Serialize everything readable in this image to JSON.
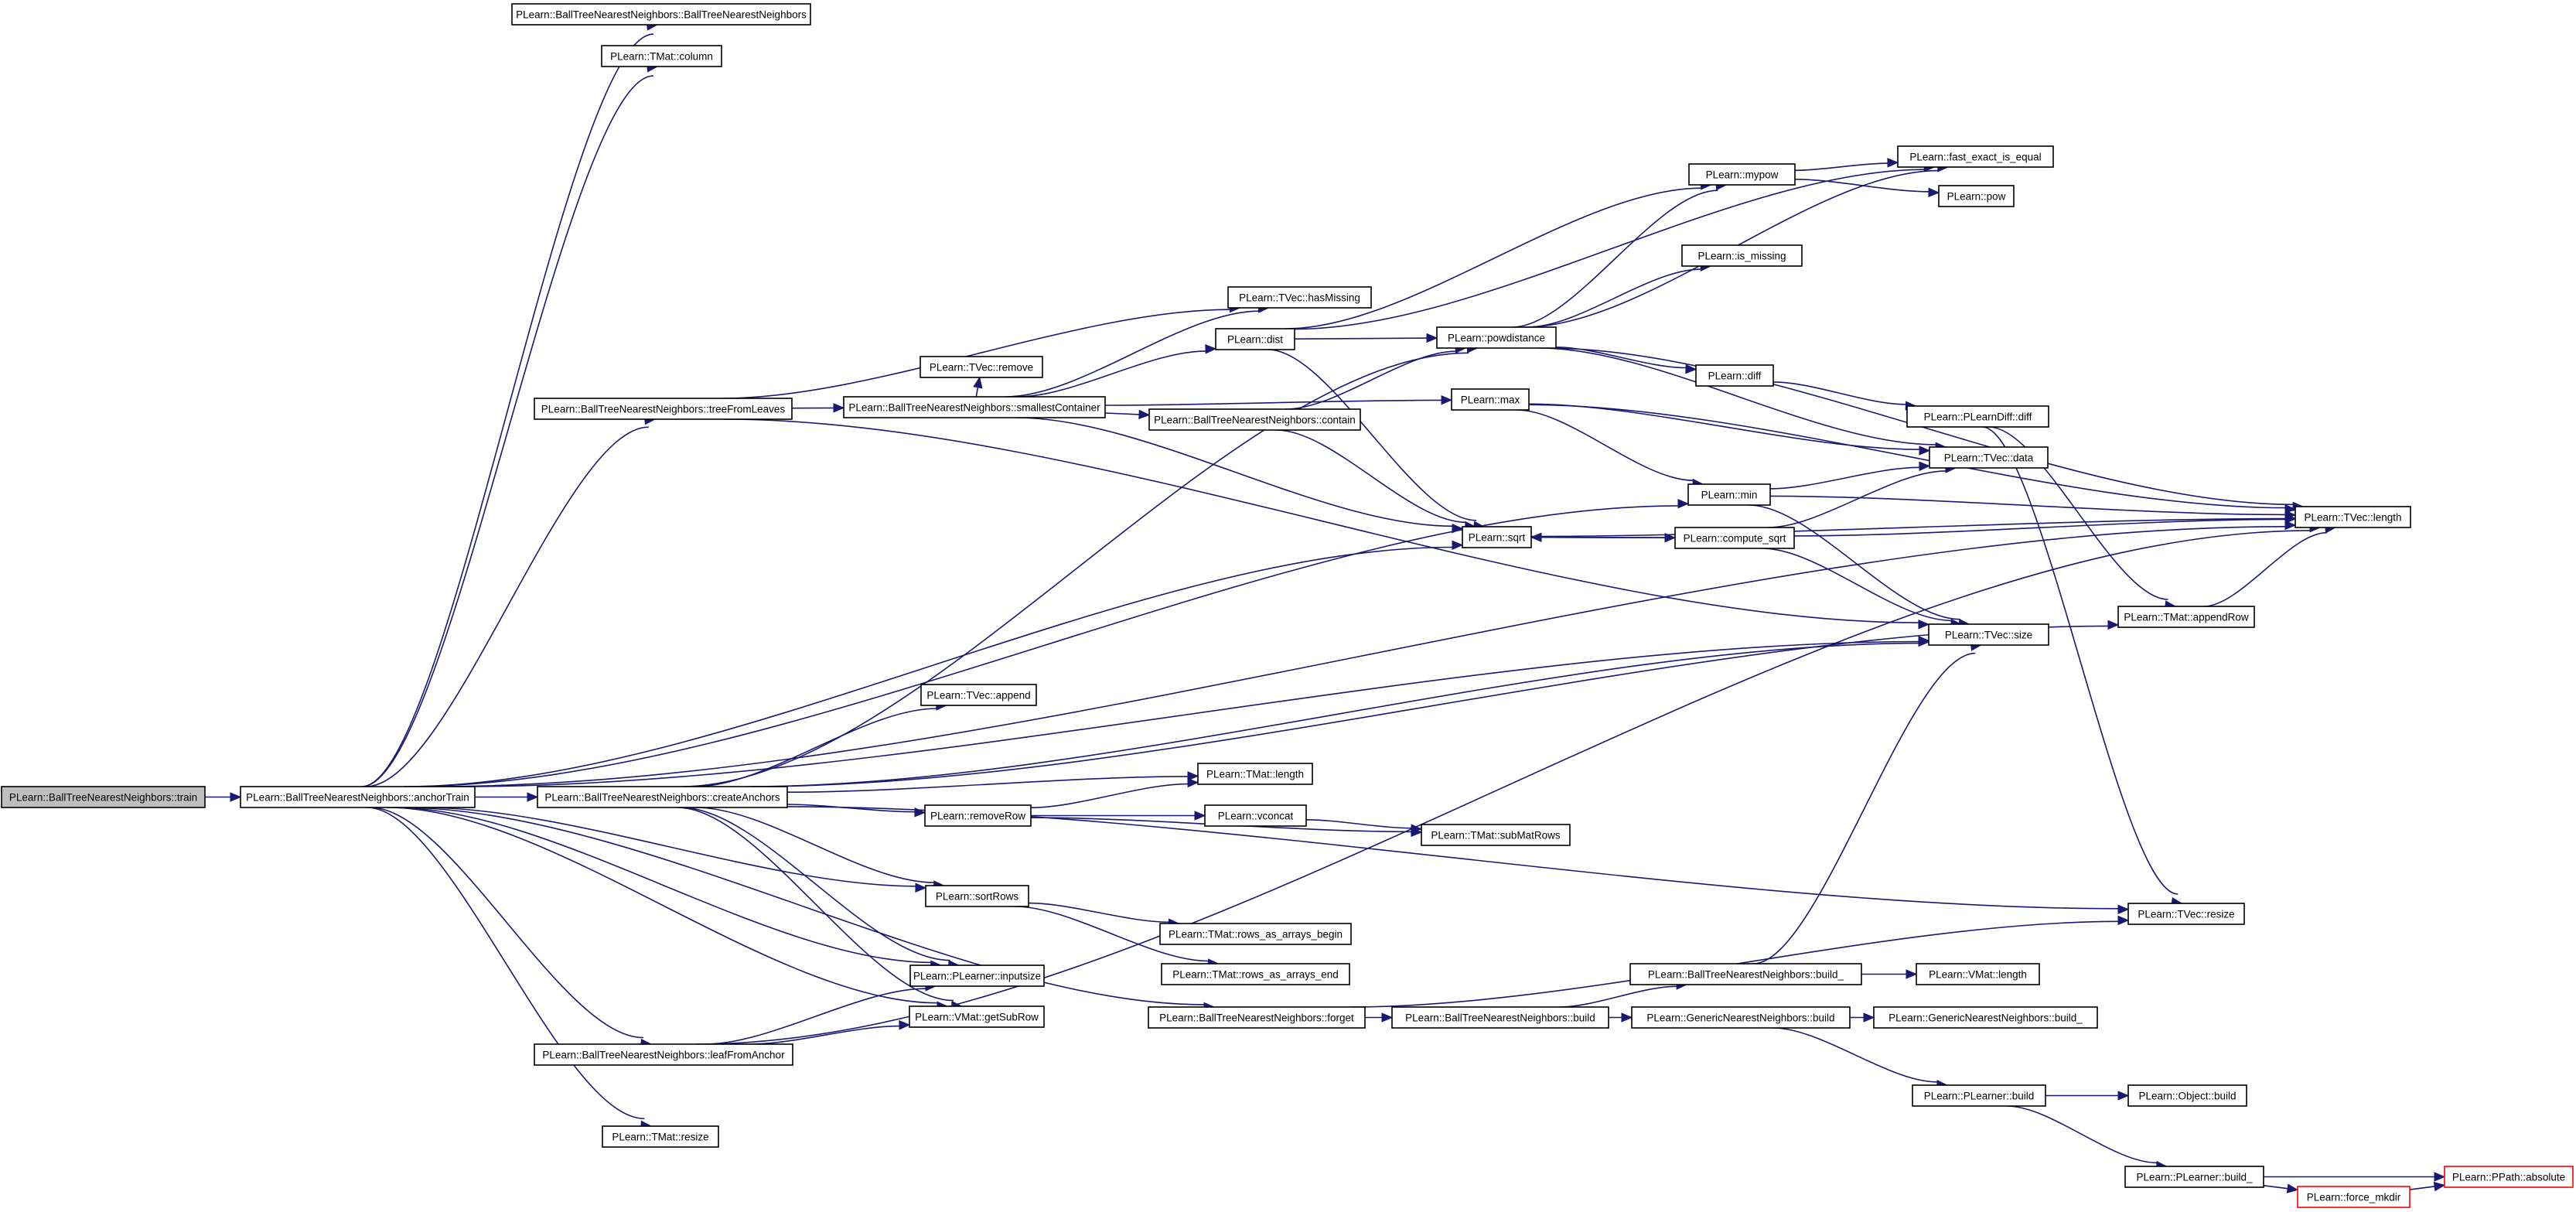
{
  "diagram": {
    "type": "call-graph",
    "colors": {
      "edge": "#191970",
      "node_border": "#000000",
      "truncated_node_border": "#ff0000",
      "root_fill": "#bfbfbf",
      "node_fill": "#ffffff"
    },
    "nodes": [
      {
        "id": "train",
        "label": "PLearn::BallTreeNearestNeighbors::train",
        "kind": "root"
      },
      {
        "id": "anchorTrain",
        "label": "PLearn::BallTreeNearestNeighbors::anchorTrain"
      },
      {
        "id": "ctor",
        "label": "PLearn::BallTreeNearestNeighbors::BallTreeNearestNeighbors"
      },
      {
        "id": "tmatColumn",
        "label": "PLearn::TMat::column"
      },
      {
        "id": "fastExactIsEqual",
        "label": "PLearn::fast_exact_is_equal"
      },
      {
        "id": "mypow",
        "label": "PLearn::mypow"
      },
      {
        "id": "pow",
        "label": "PLearn::pow"
      },
      {
        "id": "isMissing",
        "label": "PLearn::is_missing"
      },
      {
        "id": "hasMissing",
        "label": "PLearn::TVec::hasMissing"
      },
      {
        "id": "dist",
        "label": "PLearn::dist"
      },
      {
        "id": "powdistance",
        "label": "PLearn::powdistance"
      },
      {
        "id": "diff",
        "label": "PLearn::diff"
      },
      {
        "id": "tvecRemove",
        "label": "PLearn::TVec::remove"
      },
      {
        "id": "treeFromLeaves",
        "label": "PLearn::BallTreeNearestNeighbors::treeFromLeaves"
      },
      {
        "id": "smallestContainer",
        "label": "PLearn::BallTreeNearestNeighbors::smallestContainer"
      },
      {
        "id": "contain",
        "label": "PLearn::BallTreeNearestNeighbors::contain"
      },
      {
        "id": "max",
        "label": "PLearn::max"
      },
      {
        "id": "plearnDiffDiff",
        "label": "PLearn::PLearnDiff::diff"
      },
      {
        "id": "tvecData",
        "label": "PLearn::TVec::data"
      },
      {
        "id": "min",
        "label": "PLearn::min"
      },
      {
        "id": "sqrt",
        "label": "PLearn::sqrt"
      },
      {
        "id": "computeSqrt",
        "label": "PLearn::compute_sqrt"
      },
      {
        "id": "tvecLength",
        "label": "PLearn::TVec::length"
      },
      {
        "id": "appendRow",
        "label": "PLearn::TMat::appendRow"
      },
      {
        "id": "tvecSize",
        "label": "PLearn::TVec::size"
      },
      {
        "id": "tvecAppend",
        "label": "PLearn::TVec::append"
      },
      {
        "id": "tmatLength",
        "label": "PLearn::TMat::length"
      },
      {
        "id": "createAnchors",
        "label": "PLearn::BallTreeNearestNeighbors::createAnchors"
      },
      {
        "id": "removeRow",
        "label": "PLearn::removeRow"
      },
      {
        "id": "vconcat",
        "label": "PLearn::vconcat"
      },
      {
        "id": "subMatRows",
        "label": "PLearn::TMat::subMatRows"
      },
      {
        "id": "sortRows",
        "label": "PLearn::sortRows"
      },
      {
        "id": "tvecResize",
        "label": "PLearn::TVec::resize"
      },
      {
        "id": "rowsBegin",
        "label": "PLearn::TMat::rows_as_arrays_begin"
      },
      {
        "id": "rowsEnd",
        "label": "PLearn::TMat::rows_as_arrays_end"
      },
      {
        "id": "inputsize",
        "label": "PLearn::PLearner::inputsize"
      },
      {
        "id": "buildUnderscore",
        "label": "PLearn::BallTreeNearestNeighbors::build_"
      },
      {
        "id": "vmatLength",
        "label": "PLearn::VMat::length"
      },
      {
        "id": "getSubRow",
        "label": "PLearn::VMat::getSubRow"
      },
      {
        "id": "forget",
        "label": "PLearn::BallTreeNearestNeighbors::forget"
      },
      {
        "id": "btnnBuild",
        "label": "PLearn::BallTreeNearestNeighbors::build"
      },
      {
        "id": "gnnBuild",
        "label": "PLearn::GenericNearestNeighbors::build"
      },
      {
        "id": "gnnBuildUnderscore",
        "label": "PLearn::GenericNearestNeighbors::build_"
      },
      {
        "id": "leafFromAnchor",
        "label": "PLearn::BallTreeNearestNeighbors::leafFromAnchor"
      },
      {
        "id": "plearnerBuild",
        "label": "PLearn::PLearner::build"
      },
      {
        "id": "objectBuild",
        "label": "PLearn::Object::build"
      },
      {
        "id": "tmatResize",
        "label": "PLearn::TMat::resize"
      },
      {
        "id": "plearnerBuildUnderscore",
        "label": "PLearn::PLearner::build_"
      },
      {
        "id": "absolute",
        "label": "PLearn::PPath::absolute",
        "kind": "truncated"
      },
      {
        "id": "forceMkdir",
        "label": "PLearn::force_mkdir",
        "kind": "truncated"
      }
    ],
    "edges": [
      [
        "train",
        "anchorTrain"
      ],
      [
        "anchorTrain",
        "ctor"
      ],
      [
        "anchorTrain",
        "tmatColumn"
      ],
      [
        "anchorTrain",
        "tvecLength"
      ],
      [
        "anchorTrain",
        "treeFromLeaves"
      ],
      [
        "anchorTrain",
        "min"
      ],
      [
        "anchorTrain",
        "sqrt"
      ],
      [
        "anchorTrain",
        "tvecSize"
      ],
      [
        "anchorTrain",
        "createAnchors"
      ],
      [
        "anchorTrain",
        "sortRows"
      ],
      [
        "anchorTrain",
        "forget"
      ],
      [
        "anchorTrain",
        "inputsize"
      ],
      [
        "anchorTrain",
        "getSubRow"
      ],
      [
        "anchorTrain",
        "leafFromAnchor"
      ],
      [
        "anchorTrain",
        "tmatResize"
      ],
      [
        "treeFromLeaves",
        "hasMissing"
      ],
      [
        "treeFromLeaves",
        "smallestContainer"
      ],
      [
        "treeFromLeaves",
        "tvecSize"
      ],
      [
        "smallestContainer",
        "hasMissing"
      ],
      [
        "smallestContainer",
        "tvecRemove"
      ],
      [
        "smallestContainer",
        "dist"
      ],
      [
        "smallestContainer",
        "contain"
      ],
      [
        "smallestContainer",
        "max"
      ],
      [
        "smallestContainer",
        "sqrt"
      ],
      [
        "dist",
        "mypow"
      ],
      [
        "dist",
        "fastExactIsEqual"
      ],
      [
        "dist",
        "powdistance"
      ],
      [
        "dist",
        "sqrt"
      ],
      [
        "contain",
        "powdistance"
      ],
      [
        "contain",
        "sqrt"
      ],
      [
        "powdistance",
        "mypow"
      ],
      [
        "powdistance",
        "fastExactIsEqual"
      ],
      [
        "powdistance",
        "isMissing"
      ],
      [
        "powdistance",
        "diff"
      ],
      [
        "powdistance",
        "tvecData"
      ],
      [
        "powdistance",
        "tvecLength"
      ],
      [
        "mypow",
        "fastExactIsEqual"
      ],
      [
        "mypow",
        "pow"
      ],
      [
        "diff",
        "plearnDiffDiff"
      ],
      [
        "plearnDiffDiff",
        "appendRow"
      ],
      [
        "plearnDiffDiff",
        "tvecResize"
      ],
      [
        "max",
        "tvecData"
      ],
      [
        "max",
        "min"
      ],
      [
        "max",
        "tvecLength"
      ],
      [
        "min",
        "tvecData"
      ],
      [
        "min",
        "tvecSize"
      ],
      [
        "min",
        "tvecLength"
      ],
      [
        "sqrt",
        "computeSqrt"
      ],
      [
        "sqrt",
        "tvecLength"
      ],
      [
        "computeSqrt",
        "sqrt"
      ],
      [
        "computeSqrt",
        "tvecData"
      ],
      [
        "computeSqrt",
        "tvecSize"
      ],
      [
        "computeSqrt",
        "tvecLength"
      ],
      [
        "appendRow",
        "tvecLength"
      ],
      [
        "createAnchors",
        "powdistance"
      ],
      [
        "createAnchors",
        "tvecSize"
      ],
      [
        "createAnchors",
        "appendRow"
      ],
      [
        "createAnchors",
        "tvecAppend"
      ],
      [
        "createAnchors",
        "tmatLength"
      ],
      [
        "createAnchors",
        "removeRow"
      ],
      [
        "createAnchors",
        "sortRows"
      ],
      [
        "createAnchors",
        "tvecResize"
      ],
      [
        "createAnchors",
        "inputsize"
      ],
      [
        "createAnchors",
        "getSubRow"
      ],
      [
        "removeRow",
        "tmatLength"
      ],
      [
        "removeRow",
        "vconcat"
      ],
      [
        "removeRow",
        "subMatRows"
      ],
      [
        "vconcat",
        "subMatRows"
      ],
      [
        "sortRows",
        "rowsBegin"
      ],
      [
        "sortRows",
        "rowsEnd"
      ],
      [
        "forget",
        "tvecResize"
      ],
      [
        "forget",
        "btnnBuild"
      ],
      [
        "btnnBuild",
        "buildUnderscore"
      ],
      [
        "btnnBuild",
        "gnnBuild"
      ],
      [
        "buildUnderscore",
        "tvecSize"
      ],
      [
        "buildUnderscore",
        "vmatLength"
      ],
      [
        "gnnBuild",
        "gnnBuildUnderscore"
      ],
      [
        "gnnBuild",
        "plearnerBuild"
      ],
      [
        "plearnerBuild",
        "objectBuild"
      ],
      [
        "plearnerBuild",
        "plearnerBuildUnderscore"
      ],
      [
        "plearnerBuildUnderscore",
        "absolute"
      ],
      [
        "plearnerBuildUnderscore",
        "forceMkdir"
      ],
      [
        "forceMkdir",
        "absolute"
      ],
      [
        "leafFromAnchor",
        "inputsize"
      ],
      [
        "leafFromAnchor",
        "getSubRow"
      ],
      [
        "leafFromAnchor",
        "tvecLength"
      ]
    ]
  }
}
